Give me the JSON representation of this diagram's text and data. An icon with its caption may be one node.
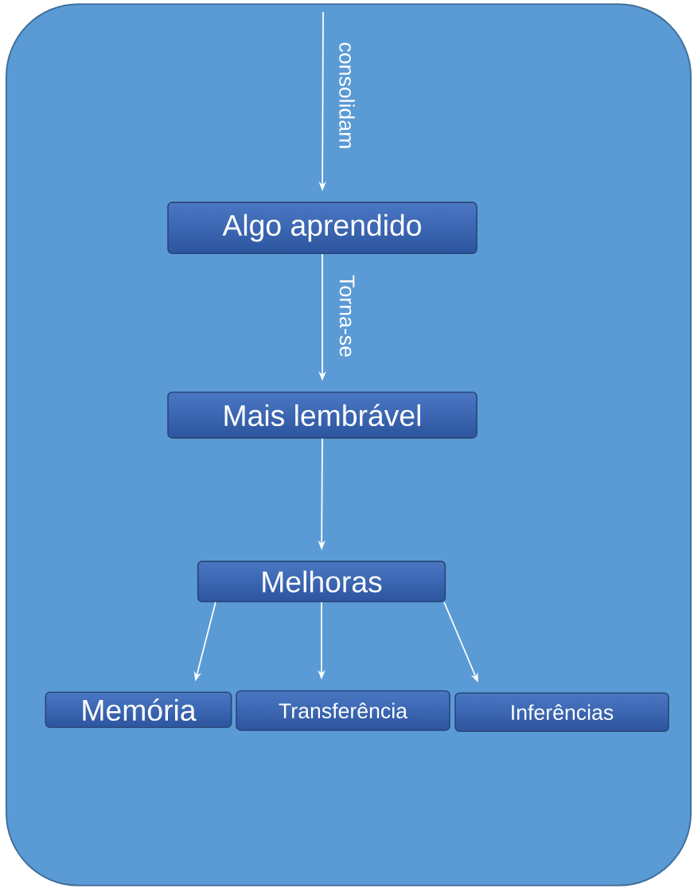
{
  "diagram": {
    "nodes": [
      {
        "text": [],
        "shape": "box"
      },
      {
        "text": [
          "Algo aprendido"
        ],
        "in": 0
      },
      {
        "text": [
          "Mais lembrável"
        ],
        "in": 0
      },
      {
        "text": [
          "Melhoras"
        ],
        "in": 0
      },
      {
        "text": [
          "Memória"
        ],
        "in": 0
      },
      {
        "text": [
          "Transferência"
        ],
        "in": 0
      },
      {
        "text": [
          "Inferências"
        ],
        "in": 0
      }
    ],
    "edges": [
      {
        "from": null,
        "to": 1,
        "arrow": "to",
        "label": "consolidam"
      },
      {
        "from": 1,
        "to": 2,
        "arrow": "to",
        "label": "Torna-se"
      },
      {
        "from": 2,
        "to": 3,
        "arrow": "to"
      },
      {
        "from": 3,
        "to": 4,
        "arrow": "to"
      },
      {
        "from": 3,
        "to": 5,
        "arrow": "to"
      },
      {
        "from": 3,
        "to": 6,
        "arrow": "to"
      }
    ]
  }
}
